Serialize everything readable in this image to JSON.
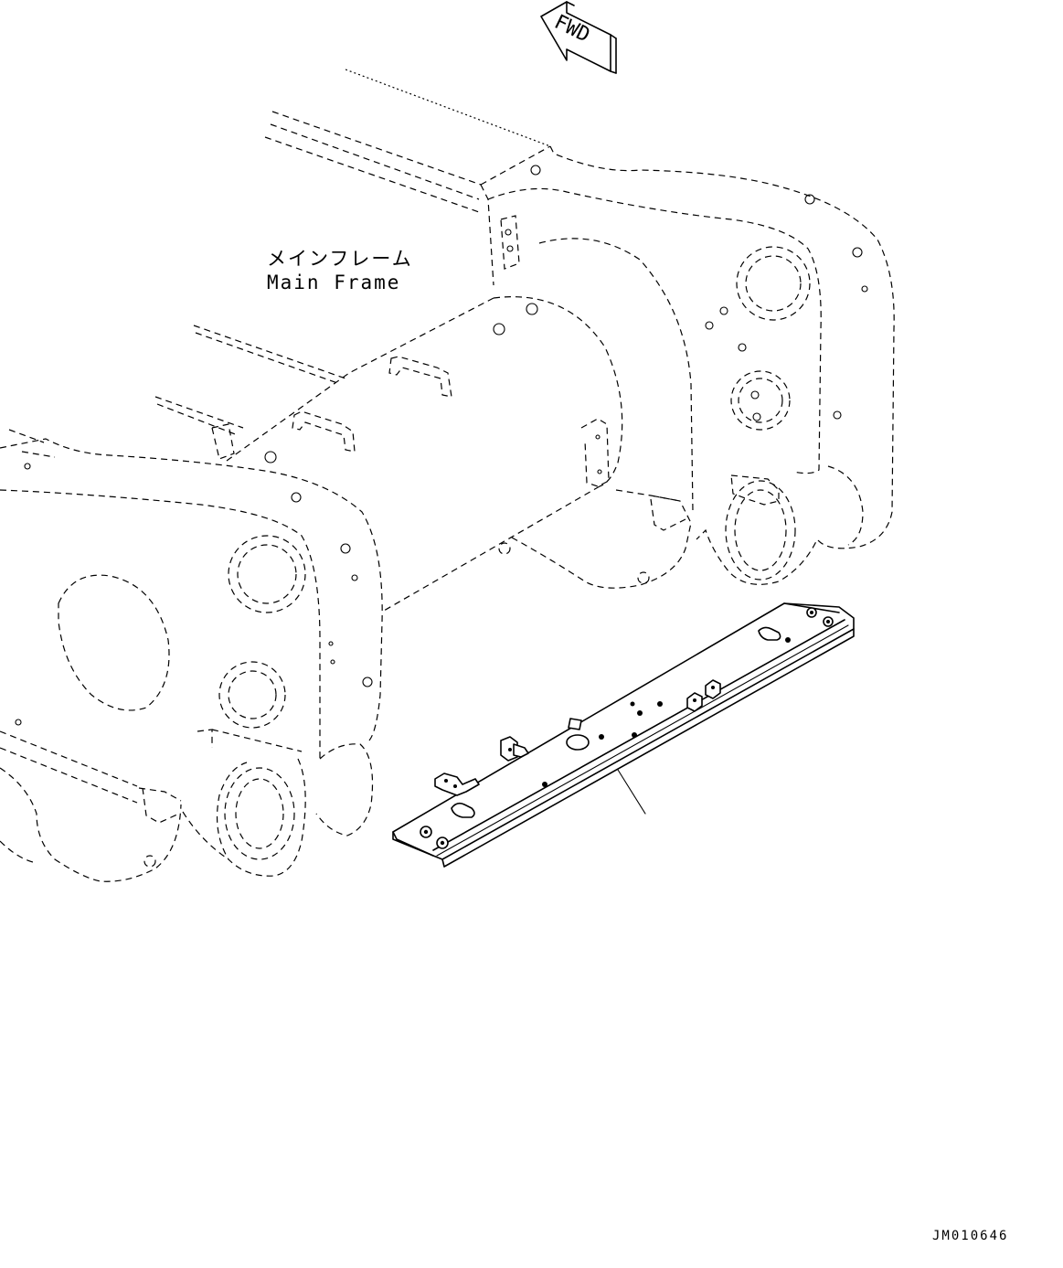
{
  "direction_label": "FWD",
  "callouts": {
    "main_frame_jp": "メインフレーム",
    "main_frame_en": "Main Frame"
  },
  "drawing_code": "JM010646",
  "colors": {
    "line": "#000000",
    "background": "#ffffff"
  },
  "icons": {
    "forward": "forward-arrow-icon"
  }
}
